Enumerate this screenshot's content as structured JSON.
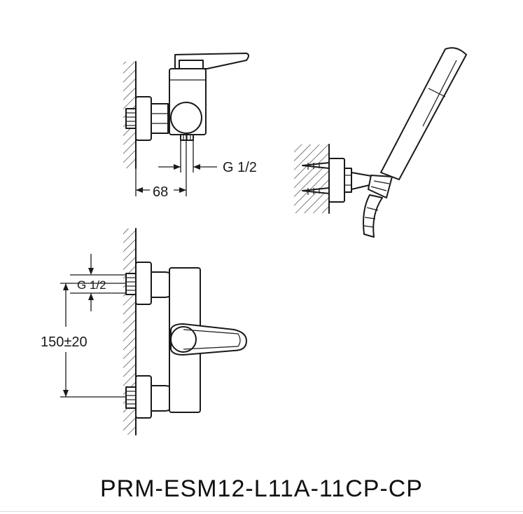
{
  "drawing": {
    "model_code": "PRM-ESM12-L11A-11CP-CP",
    "dimensions": {
      "top_thread": "G 1/2",
      "top_width": "68",
      "side_thread": "G 1/2",
      "center_distance": "150±20"
    }
  },
  "colors": {
    "line": "#1a1a1a",
    "background": "#ffffff"
  }
}
